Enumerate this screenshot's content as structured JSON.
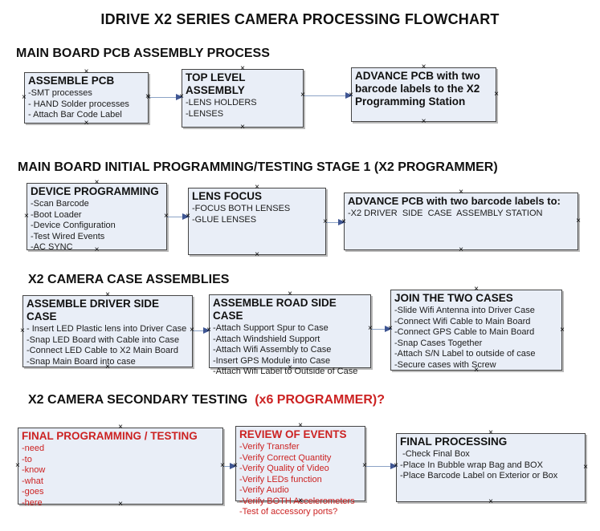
{
  "title": "IDRIVE X2  SERIES CAMERA PROCESSING FLOWCHART",
  "colors": {
    "box_fill": "#e9eef7",
    "box_border": "#454545",
    "arrow_line": "#8ca3c6",
    "arrow_head": "#3f5693",
    "red_text": "#cc2222",
    "black_text": "#111111"
  },
  "handle_glyph": "×",
  "sections": [
    {
      "heading": "MAIN BOARD PCB ASSEMBLY PROCESS",
      "heading_red": "",
      "boxes": [
        {
          "title": "ASSEMBLE PCB",
          "items": [
            "-SMT processes",
            "- HAND Solder processes",
            "- Attach Bar Code Label"
          ]
        },
        {
          "title": "TOP LEVEL ASSEMBLY",
          "items": [
            "-LENS HOLDERS",
            "-LENSES"
          ]
        },
        {
          "title": "ADVANCE PCB with two barcode labels to the  X2 Programming Station",
          "items": []
        }
      ]
    },
    {
      "heading": "MAIN BOARD INITIAL PROGRAMMING/TESTING STAGE 1 (X2 PROGRAMMER)",
      "heading_red": "",
      "boxes": [
        {
          "title": "DEVICE PROGRAMMING",
          "items": [
            "-Scan Barcode",
            "-Boot Loader",
            "-Device Configuration",
            "-Test Wired Events",
            "-AC SYNC"
          ]
        },
        {
          "title": "LENS FOCUS",
          "items": [
            "-FOCUS BOTH LENSES",
            "-GLUE LENSES"
          ]
        },
        {
          "title": "ADVANCE PCB with two barcode labels to:",
          "items": [
            "-X2 DRIVER  SIDE  CASE  ASSEMBLY STATION"
          ]
        }
      ]
    },
    {
      "heading": "X2 CAMERA CASE ASSEMBLIES",
      "heading_red": "",
      "boxes": [
        {
          "title": "ASSEMBLE DRIVER SIDE CASE",
          "items": [
            "- Insert LED Plastic lens into Driver Case",
            "-Snap LED Board with Cable into Case",
            "-Connect LED Cable to X2 Main Board",
            "-Snap Main Board into case"
          ]
        },
        {
          "title": "ASSEMBLE ROAD SIDE CASE",
          "items": [
            "-Attach Support Spur to Case",
            "-Attach Windshield Support",
            "-Attach Wifi Assembly to Case",
            "-Insert GPS Module into Case",
            "-Attach Wifi Label to Outside of Case"
          ]
        },
        {
          "title": "JOIN THE TWO CASES",
          "items": [
            "-Slide Wifi Antenna into Driver Case",
            "-Connect Wifi Cable to Main Board",
            "-Connect GPS Cable to Main Board",
            "-Snap Cases Together",
            "-Attach S/N Label to outside of case",
            "-Secure cases with Screw"
          ]
        }
      ]
    },
    {
      "heading": "X2 CAMERA SECONDARY TESTING",
      "heading_red": "(x6 PROGRAMMER)?",
      "boxes": [
        {
          "title": "FINAL PROGRAMMING / TESTING",
          "items": [
            "-need",
            "-to",
            "-know",
            "-what",
            "-goes",
            "-here"
          ]
        },
        {
          "title": "REVIEW OF EVENTS",
          "items": [
            "-Verify Transfer",
            "-Verify Correct Quantity",
            "-Verify Quality of Video",
            "-Verify LEDs function",
            "-Verify Audio",
            "-Verify BOTH Accelerometers",
            "-Test of accessory ports?"
          ]
        },
        {
          "title": "FINAL PROCESSING",
          "items": [
            " -Check Final Box",
            "-Place In Bubble wrap Bag and BOX",
            "-Place Barcode Label on Exterior or Box"
          ]
        }
      ]
    }
  ]
}
